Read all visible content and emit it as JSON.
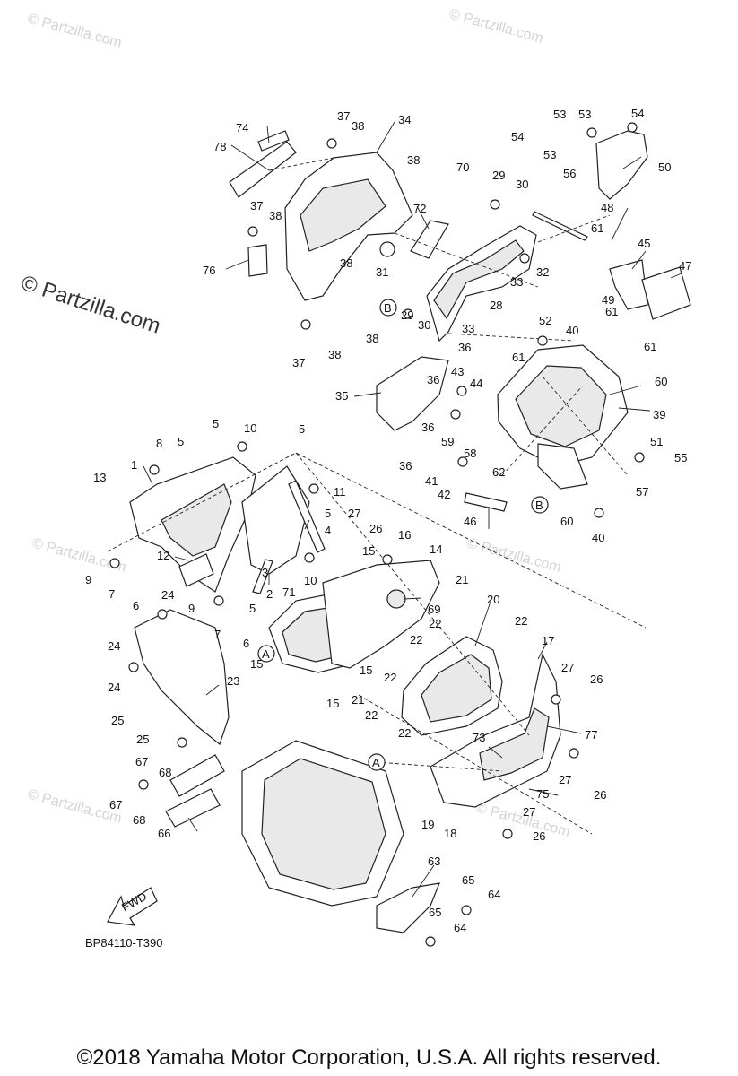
{
  "watermarks": [
    "© Partzilla.com"
  ],
  "main_watermark": "© Partzilla.com",
  "callouts": {
    "A": "A",
    "B": "B"
  },
  "fwd_label": "FWD",
  "diagram_code": "BP84110-T390",
  "copyright": "©2018  Yamaha Motor Corporation, U.S.A. All rights reserved."
}
